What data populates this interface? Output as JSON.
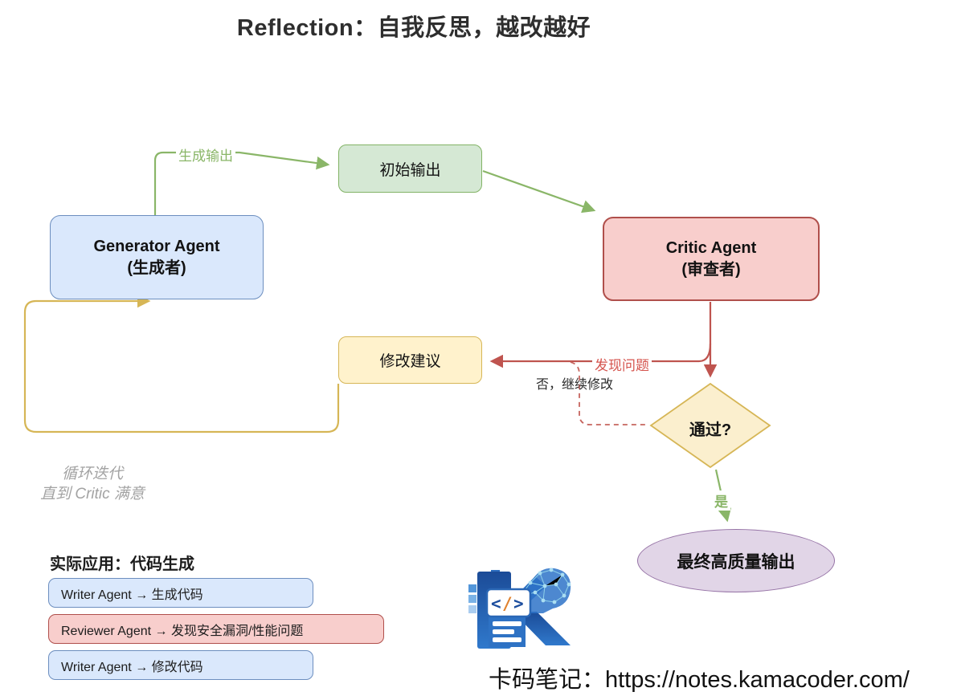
{
  "title": "Reflection：自我反思，越改越好",
  "flow": {
    "generator": {
      "line1": "Generator Agent",
      "line2": "(生成者)"
    },
    "critic": {
      "line1": "Critic Agent",
      "line2": "(审查者)"
    },
    "initial_output": "初始输出",
    "suggestion": "修改建议",
    "decision": "通过?",
    "final_output": "最终高质量输出",
    "labels": {
      "generate": "生成输出",
      "found_issues": "发现问题",
      "no_continue": "否，继续修改",
      "yes": "是"
    },
    "loop_note": {
      "line1": "循环迭代",
      "line2": "直到 Critic 满意"
    }
  },
  "application": {
    "heading": "实际应用：代码生成",
    "items": [
      {
        "text": "Writer Agent → 生成代码",
        "style": "blue"
      },
      {
        "text": "Reviewer Agent → 发现安全漏洞/性能问题",
        "style": "red"
      },
      {
        "text": "Writer Agent → 修改代码",
        "style": "blue"
      }
    ]
  },
  "logo": {
    "lt": "<",
    "slash": "/",
    "gt": ">"
  },
  "footer": "卡码笔记：https://notes.kamacoder.com/",
  "colors": {
    "blue_fill": "#dae8fc",
    "blue_stroke": "#6c8ebf",
    "green_fill": "#d5e8d4",
    "green_stroke": "#82b366",
    "red_fill": "#f8cecc",
    "red_stroke": "#b85450",
    "yellow_fill": "#fff2cc",
    "yellow_stroke": "#d6b656",
    "purple_fill": "#e1d5e7",
    "purple_stroke": "#9673a6",
    "line_green": "#8ab668",
    "line_red": "#bf544f",
    "line_yellow": "#d6b656"
  }
}
